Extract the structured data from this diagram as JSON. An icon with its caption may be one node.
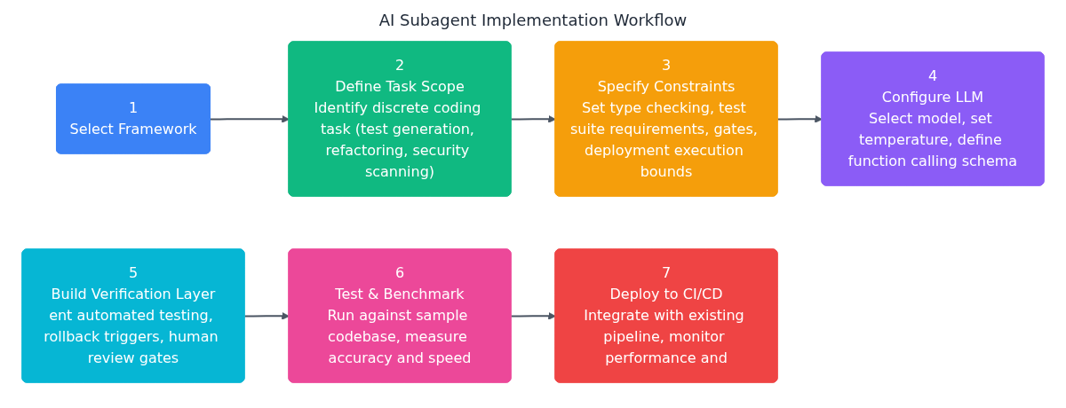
{
  "diagram": {
    "title": "AI Subagent Implementation Workflow",
    "nodes": [
      {
        "text": [
          "1",
          "Select Framework"
        ]
      },
      {
        "text": [
          "2",
          "Define Task Scope",
          "Identify discrete coding task (test generation, refactoring, security scanning)"
        ]
      },
      {
        "text": [
          "3",
          "Specify Constraints",
          "Set type checking, test suite requirements, gates, deployment execution bounds"
        ]
      },
      {
        "text": [
          "4",
          "Configure LLM",
          "Select model, set temperature, define function calling schema"
        ]
      },
      {
        "text": [
          "5",
          "Build Verification Layer",
          "ent automated testing, rollback triggers, human review gates"
        ]
      },
      {
        "text": [
          "6",
          "Test & Benchmark",
          "Run against sample codebase, measure accuracy and speed"
        ]
      },
      {
        "text": [
          "7",
          "Deploy to CI/CD",
          "Integrate with existing pipeline, monitor performance and"
        ]
      }
    ],
    "edges": [
      {
        "from": 0,
        "to": 1,
        "arrow": "to"
      },
      {
        "from": 1,
        "to": 2,
        "arrow": "to"
      },
      {
        "from": 2,
        "to": 3,
        "arrow": "to"
      },
      {
        "from": 4,
        "to": 5,
        "arrow": "to"
      },
      {
        "from": 5,
        "to": 6,
        "arrow": "to"
      }
    ]
  }
}
